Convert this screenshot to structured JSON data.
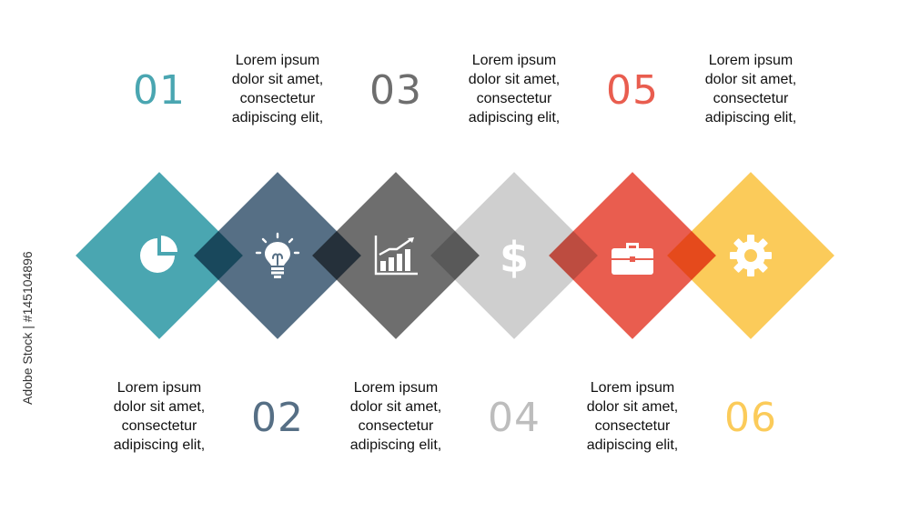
{
  "colors": {
    "teal": "#4aa6b1",
    "slate": "#566f85",
    "gray": "#6e6e6e",
    "light_gray": "#cfcfcf",
    "red": "#e95d4f",
    "yellow": "#fbcb5a"
  },
  "steps": [
    {
      "number": "01",
      "icon": "pie-chart-icon",
      "color": "#4aa6b1",
      "text": [
        "Lorem ipsum",
        "dolor sit amet,",
        "consectetur",
        "adipiscing elit,"
      ]
    },
    {
      "number": "02",
      "icon": "lightbulb-icon",
      "color": "#566f85",
      "text": [
        "Lorem ipsum",
        "dolor sit amet,",
        "consectetur",
        "adipiscing elit,"
      ]
    },
    {
      "number": "03",
      "icon": "bar-chart-growth-icon",
      "color": "#6e6e6e",
      "text": [
        "Lorem ipsum",
        "dolor sit amet,",
        "consectetur",
        "adipiscing elit,"
      ]
    },
    {
      "number": "04",
      "icon": "dollar-icon",
      "color": "#bdbdbd",
      "text": [
        "Lorem ipsum",
        "dolor sit amet,",
        "consectetur",
        "adipiscing elit,"
      ]
    },
    {
      "number": "05",
      "icon": "briefcase-icon",
      "color": "#e95d4f",
      "text": [
        "Lorem ipsum",
        "dolor sit amet,",
        "consectetur",
        "adipiscing elit,"
      ]
    },
    {
      "number": "06",
      "icon": "gear-icon",
      "color": "#fbcb5a",
      "text": [
        "Lorem ipsum",
        "dolor sit amet,",
        "consectetur",
        "adipiscing elit,"
      ]
    }
  ],
  "side_credit": "Adobe Stock | #145104896"
}
